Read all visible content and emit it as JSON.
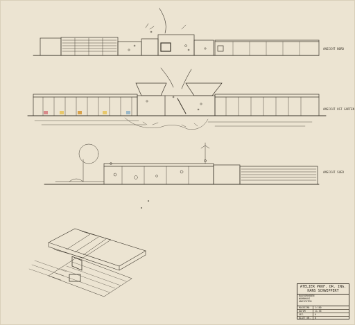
{
  "sheet": {
    "paper_color": "#ece4d2",
    "ink_color": "#3a342a",
    "accent_colors": [
      "#d9a24a",
      "#d98a8a",
      "#e8c86a",
      "#9ab8c8"
    ]
  },
  "elevations": [
    {
      "label": "ANSICHT NORD"
    },
    {
      "label": "ANSICHT OST GARTEN"
    },
    {
      "label": "ANSICHT SUED"
    }
  ],
  "title_block": {
    "office_line1": "ATELIER PROF. DR. ING.",
    "office_line2": "HANS SCHWIPPERT",
    "project_line1": "BAUVORHABEN",
    "project_line2": "WOHNHAUS",
    "project_line3": "ANSICHTEN",
    "rows": [
      {
        "key": "MASSSTAB",
        "value": "1:100"
      },
      {
        "key": "DATUM",
        "value": "11.56"
      },
      {
        "key": "GEZ.",
        "value": "6"
      },
      {
        "key": "BLATT NR.",
        "value": "B"
      }
    ]
  }
}
